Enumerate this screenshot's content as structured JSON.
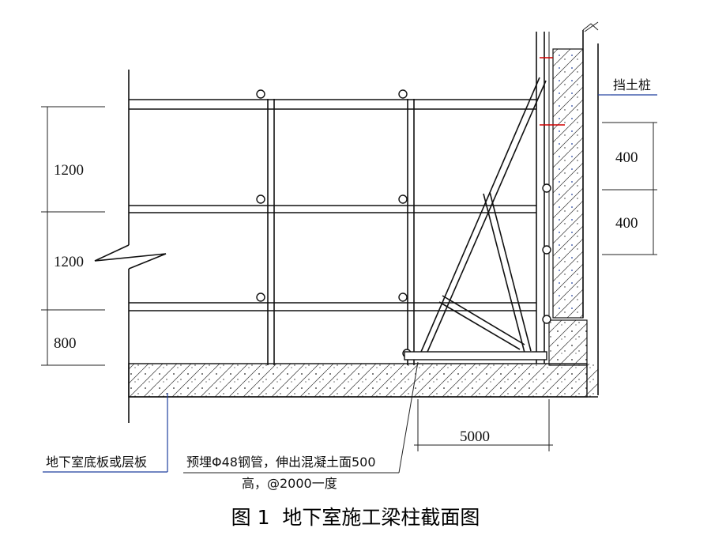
{
  "dimensions": {
    "left_1": "1200",
    "left_2": "1200",
    "left_3": "800",
    "right_1": "400",
    "right_2": "400",
    "bottom": "5000"
  },
  "labels": {
    "retaining_pile": "挡土桩",
    "basement_slab": "地下室底板或层板",
    "embedded_pipe_line1": "预埋Φ48钢管，伸出混凝土面500",
    "embedded_pipe_line2": "高，@2000一度"
  },
  "caption": "图 1  地下室施工梁柱截面图",
  "colors": {
    "leader_blue": "#1f3f9e",
    "marker_red": "#d00000"
  }
}
